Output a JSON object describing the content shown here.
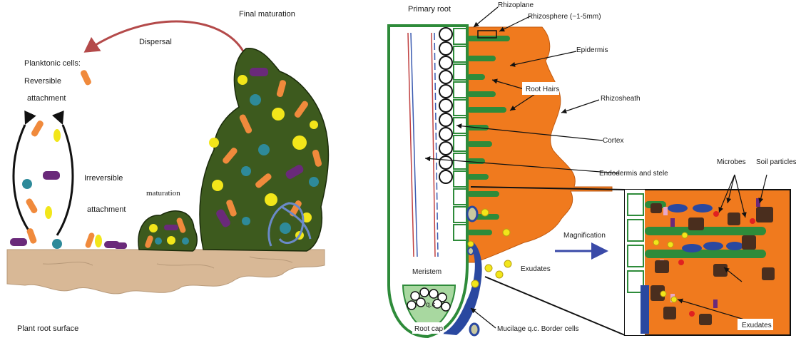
{
  "biofilm": {
    "final_maturation": "Final maturation",
    "dispersal": "Dispersal",
    "planktonic_line1": "Planktonic cells:",
    "planktonic_line2": "Reversible",
    "planktonic_line3": "attachment",
    "irreversible_line1": "Irreversible",
    "irreversible_line2": "attachment",
    "maturation": "maturation",
    "surface": "Plant root surface"
  },
  "root": {
    "primary_root": "Primary root",
    "rhizoplane": "Rhizoplane",
    "rhizosphere": "Rhizosphere (~1-5mm)",
    "epidermis": "Epidermis",
    "root_hairs": "Root Hairs",
    "rhizosheath": "Rhizosheath",
    "cortex": "Cortex",
    "endodermis": "Endodermis and stele",
    "meristem": "Meristem",
    "qc": "q.c",
    "root_cap": "Root cap",
    "mucilage": "Mucilage q.c. Border cells",
    "exudates": "Exudates",
    "magnification": "Magnification",
    "microbes": "Microbes",
    "soil_particles": "Soil particles",
    "exudates_inset": "Exudates"
  },
  "colors": {
    "biofilm_fill": "#3d5a1e",
    "rod_orange": "#f08a3c",
    "rod_purple": "#6a2a7a",
    "cell_yellow": "#f2e61a",
    "cell_teal": "#2e8a9a",
    "root_green": "#2e8b3a",
    "rhizosphere_orange": "#f07a1e",
    "soil_brown": "#4a2e1e",
    "mucilage_blue": "#2a48a0",
    "surface_tan": "#d8b896"
  }
}
